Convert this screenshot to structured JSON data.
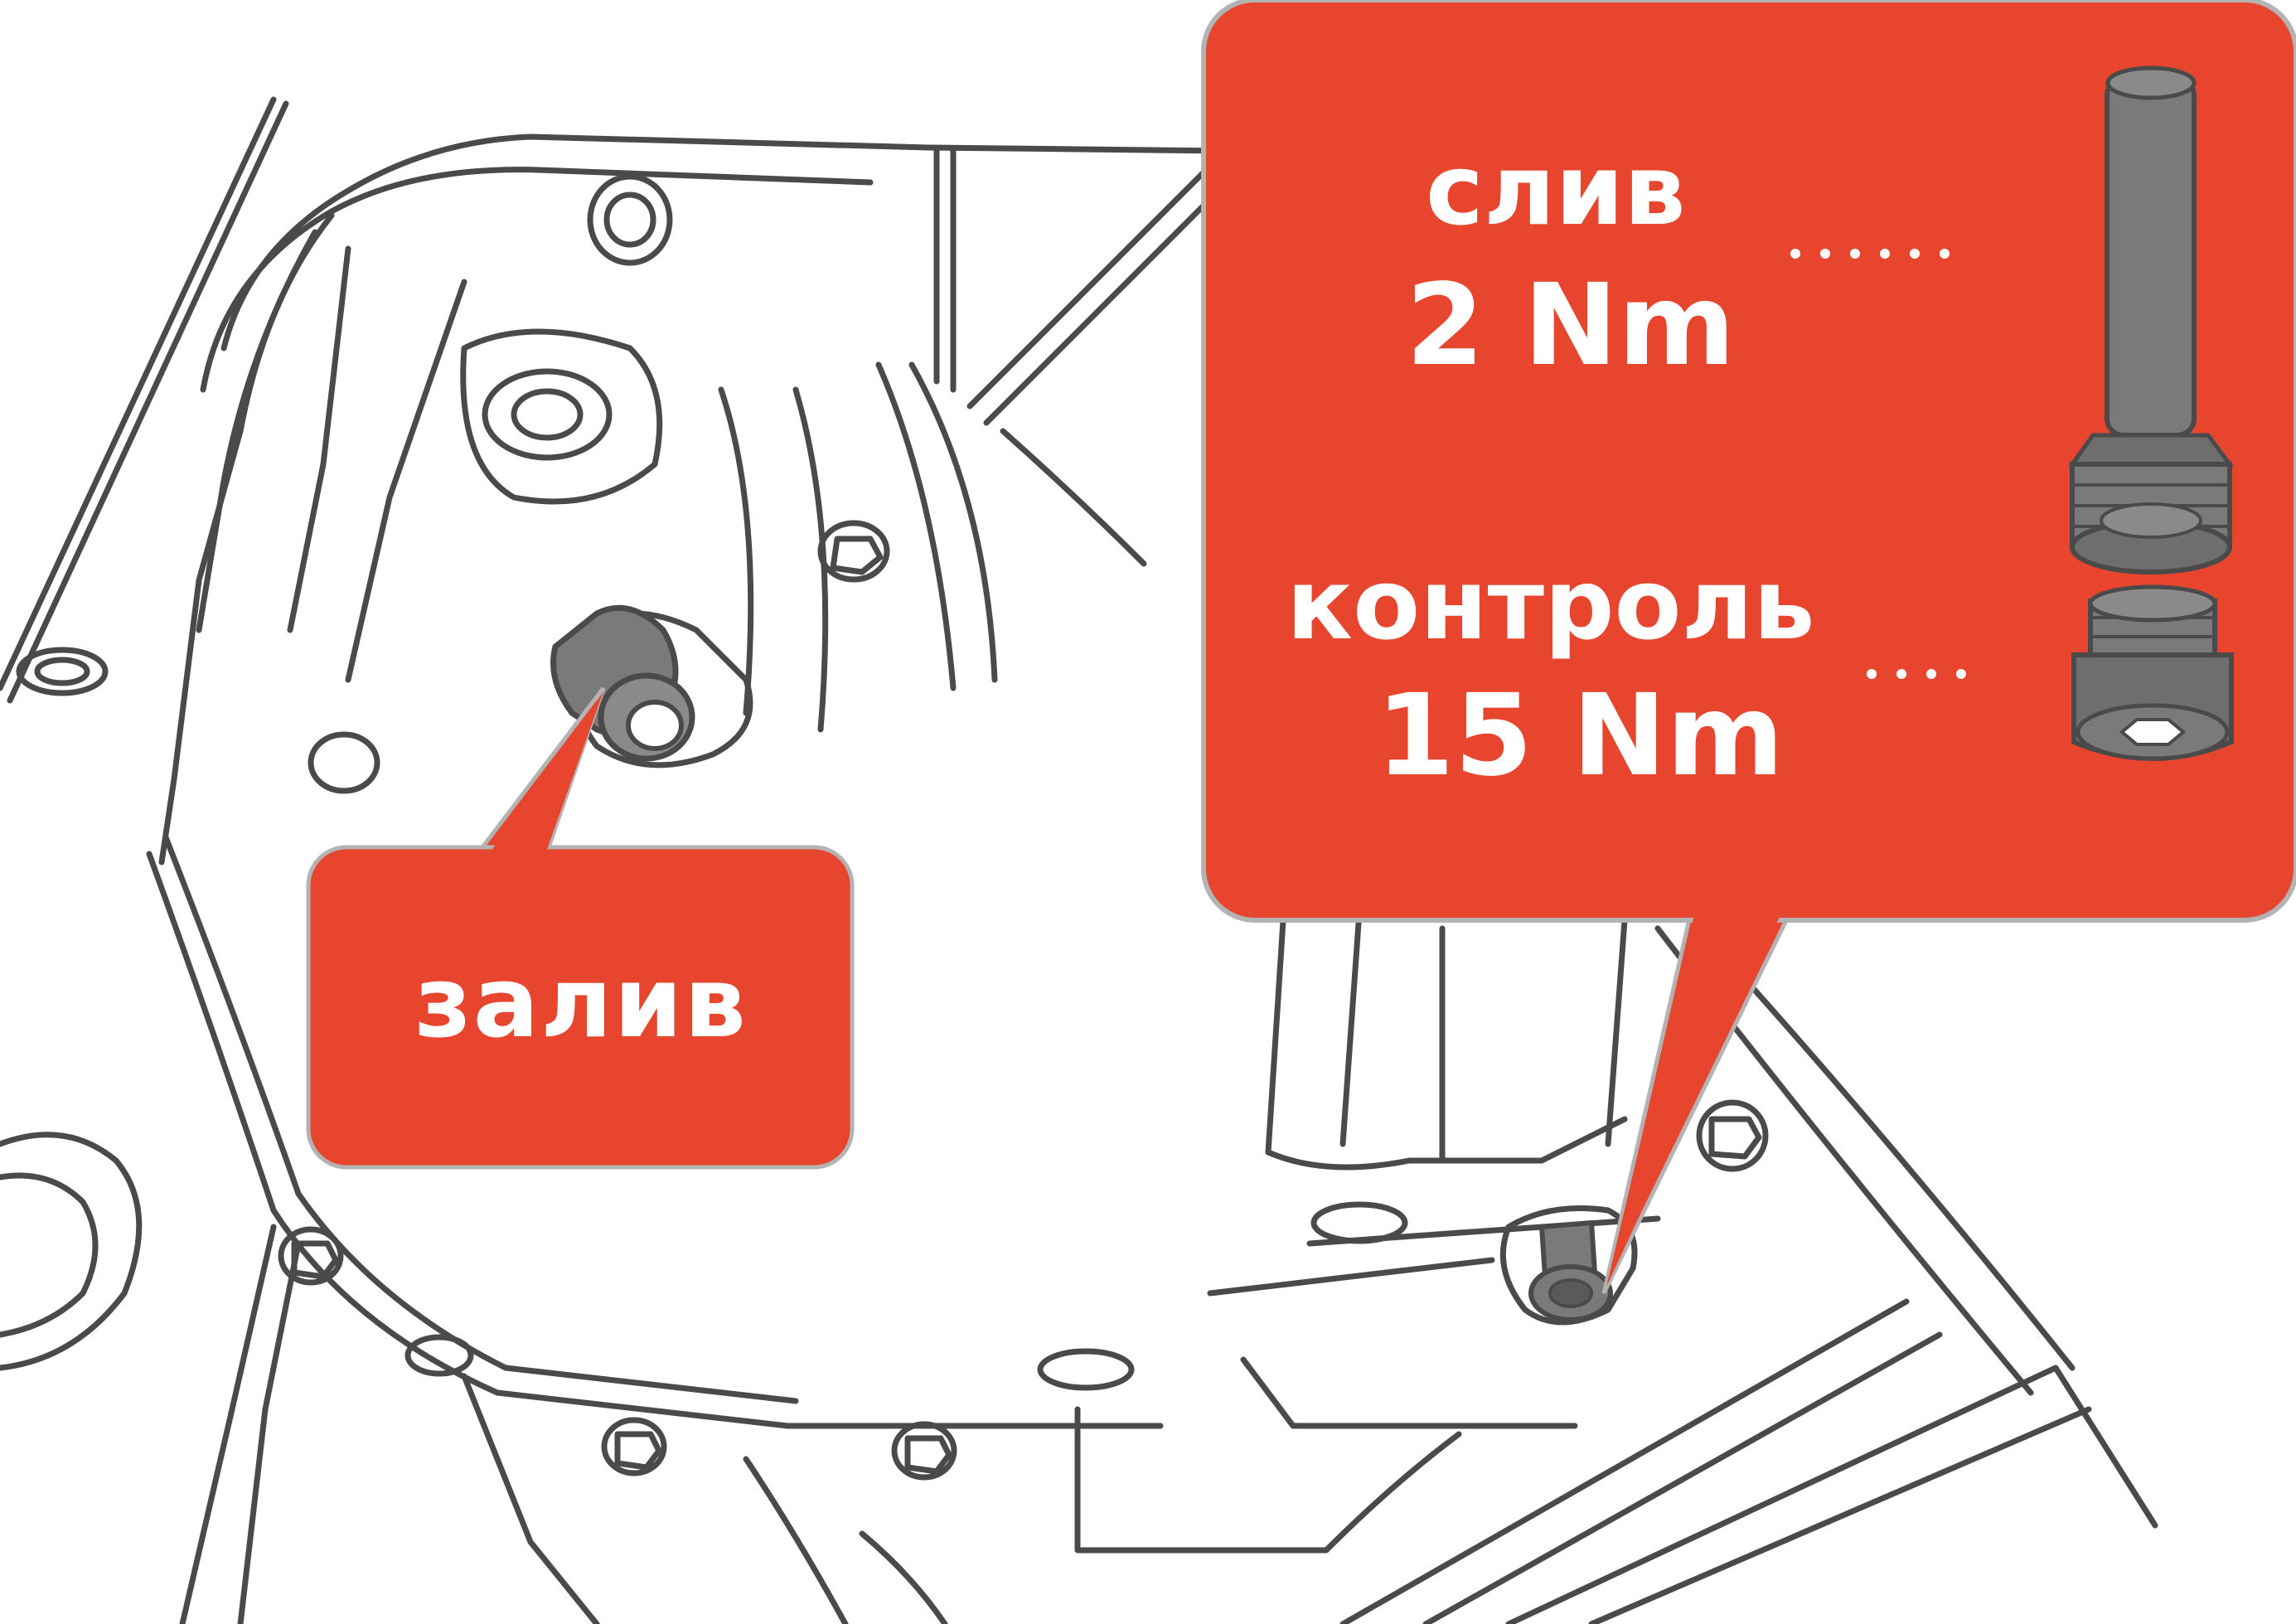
{
  "callouts": {
    "fill": {
      "label": "залив"
    },
    "drain": {
      "label": "слив",
      "torque": "2 Nm"
    },
    "control": {
      "label": "контроль",
      "torque": "15 Nm"
    }
  },
  "colors": {
    "callout_fill": "#e8452e",
    "callout_border": "#b3b3b3",
    "line_art": "#4a4a4a",
    "plug_body": "#7a7a7a",
    "label_text": "#ffffff"
  },
  "icons": {
    "drain_plug": "long-drain-plug-icon",
    "control_plug": "hex-socket-plug-icon"
  }
}
